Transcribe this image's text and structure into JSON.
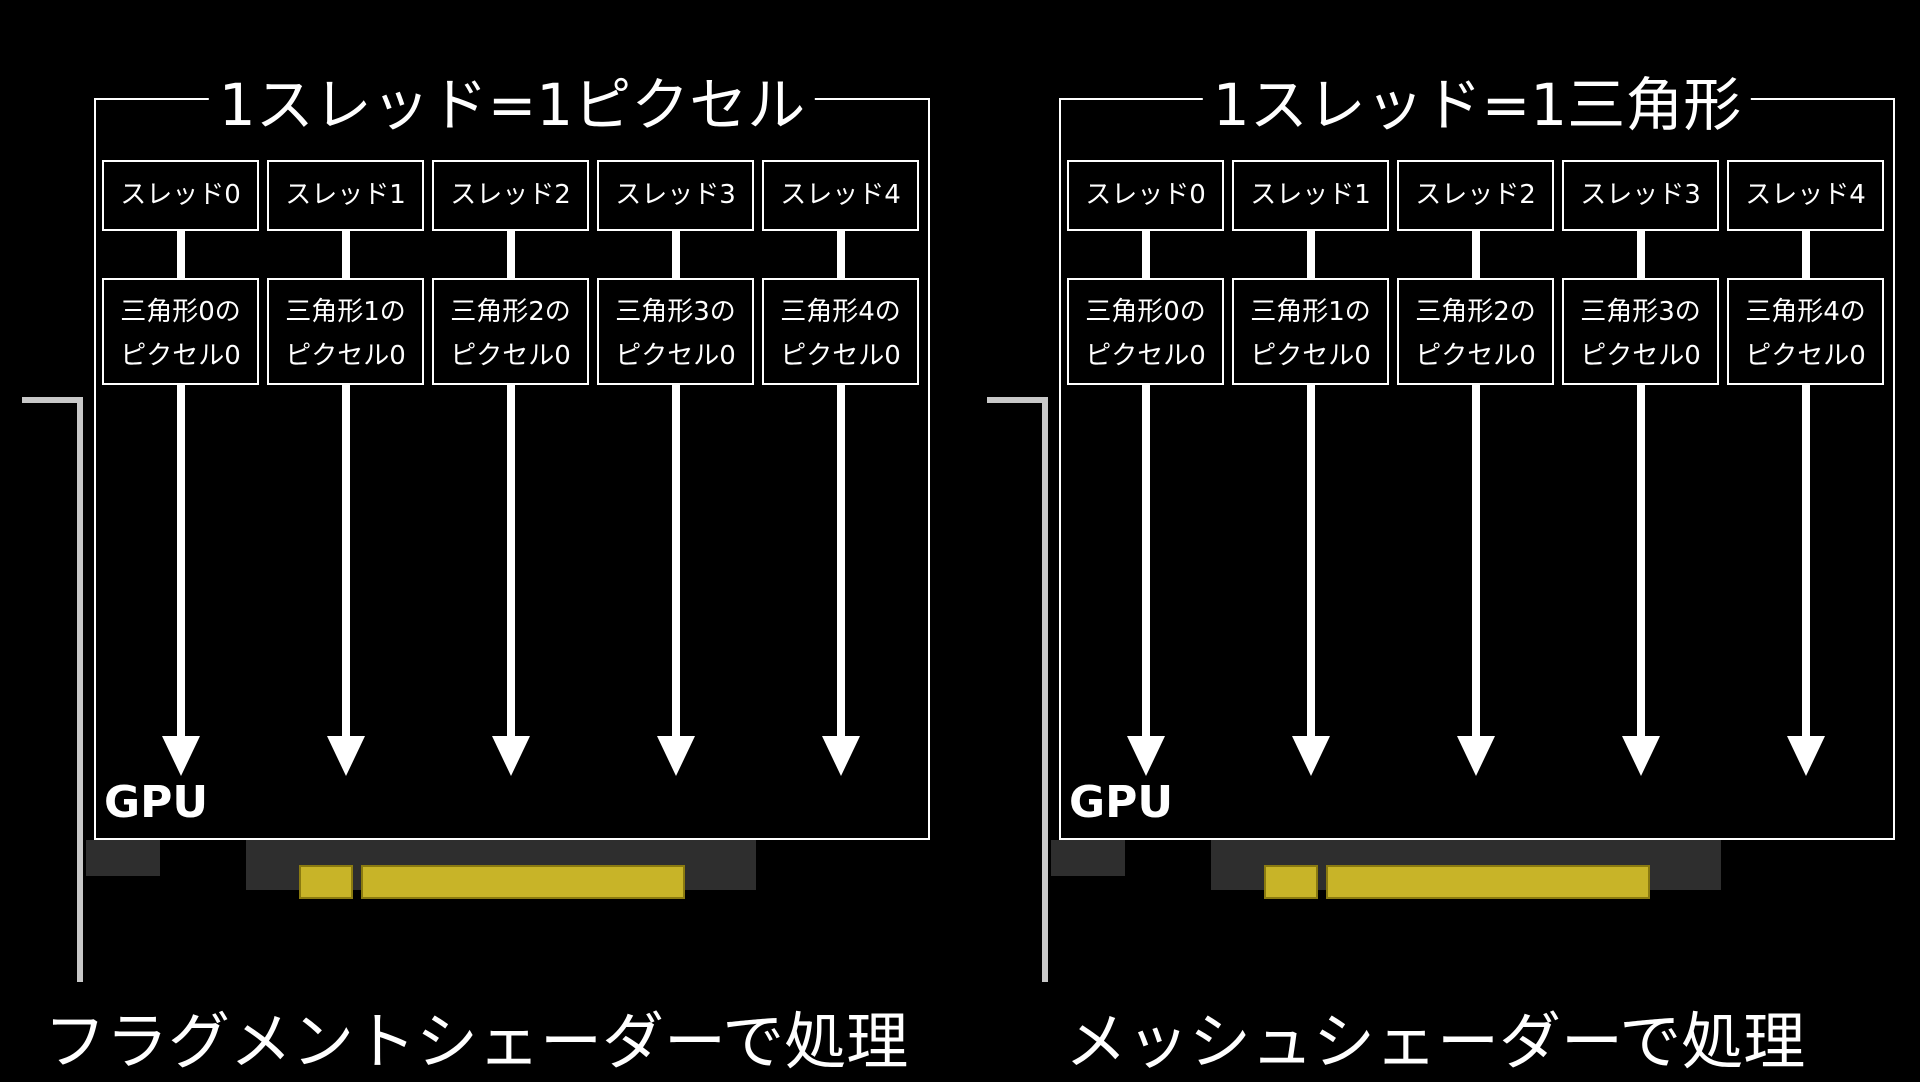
{
  "left_panel": {
    "title": "1スレッド=1ピクセル",
    "threads": [
      "スレッド0",
      "スレッド1",
      "スレッド2",
      "スレッド3",
      "スレッド4"
    ],
    "items": [
      {
        "line1": "三角形0の",
        "line2": "ピクセル0"
      },
      {
        "line1": "三角形1の",
        "line2": "ピクセル0"
      },
      {
        "line1": "三角形2の",
        "line2": "ピクセル0"
      },
      {
        "line1": "三角形3の",
        "line2": "ピクセル0"
      },
      {
        "line1": "三角形4の",
        "line2": "ピクセル0"
      }
    ],
    "gpu_label": "GPU",
    "caption": "フラグメントシェーダーで処理"
  },
  "right_panel": {
    "title": "1スレッド=1三角形",
    "threads": [
      "スレッド0",
      "スレッド1",
      "スレッド2",
      "スレッド3",
      "スレッド4"
    ],
    "items": [
      {
        "line1": "三角形0の",
        "line2": "ピクセル0"
      },
      {
        "line1": "三角形1の",
        "line2": "ピクセル0"
      },
      {
        "line1": "三角形2の",
        "line2": "ピクセル0"
      },
      {
        "line1": "三角形3の",
        "line2": "ピクセル0"
      },
      {
        "line1": "三角形4の",
        "line2": "ピクセル0"
      }
    ],
    "gpu_label": "GPU",
    "caption": "メッシュシェーダーで処理"
  },
  "colors": {
    "background": "#000000",
    "line": "#ffffff",
    "bracket": "#c8c8c8",
    "connector_gold": "#c8b428",
    "card_gray": "#2e2e2e"
  }
}
